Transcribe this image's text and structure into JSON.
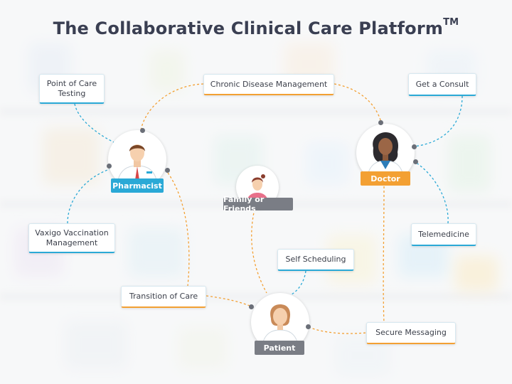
{
  "title": "The Collaborative Clinical Care Platform",
  "trademark": "TM",
  "colors": {
    "blue": "#2aa9d6",
    "orange": "#f3a033",
    "gray": "#7a7d85",
    "title": "#3a3f52"
  },
  "roles": {
    "pharmacist": "Pharmacist",
    "doctor": "Doctor",
    "family": "Family or Friends",
    "patient": "Patient"
  },
  "services": {
    "point_of_care": "Point of Care\nTesting",
    "chronic": "Chronic Disease Management",
    "consult": "Get a Consult",
    "vaxigo": "Vaxigo Vaccination\nManagement",
    "telemedicine": "Telemedicine",
    "self_scheduling": "Self Scheduling",
    "transition": "Transition of Care",
    "secure_messaging": "Secure Messaging"
  },
  "icons": {
    "pharmacist": "pharmacist-icon",
    "doctor": "doctor-icon",
    "family": "family-member-icon",
    "patient": "patient-icon"
  }
}
